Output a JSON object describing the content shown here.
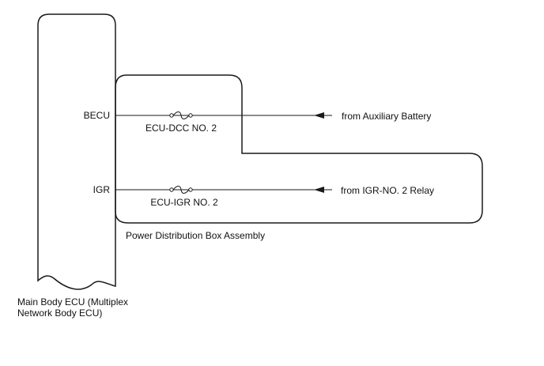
{
  "ecu": {
    "label_line1": "Main Body ECU (Multiplex",
    "label_line2": "Network Body ECU)"
  },
  "power_box": {
    "label": "Power Distribution Box Assembly"
  },
  "circuits": [
    {
      "terminal": "BECU",
      "fuse": "ECU-DCC NO. 2",
      "source": "from Auxiliary Battery"
    },
    {
      "terminal": "IGR",
      "fuse": "ECU-IGR NO. 2",
      "source": "from IGR-NO. 2 Relay"
    }
  ],
  "colors": {
    "line": "#1a1a1a",
    "text": "#111111",
    "background": "#ffffff"
  }
}
